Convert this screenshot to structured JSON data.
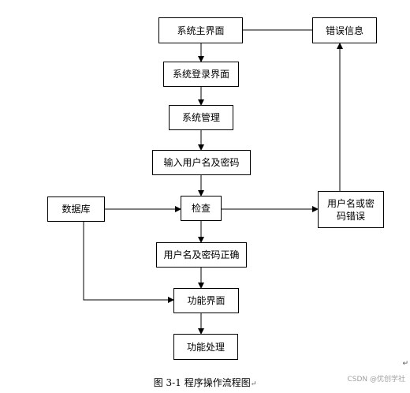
{
  "nodes": {
    "main_ui": "系统主界面",
    "error_info": "错误信息",
    "login_ui": "系统登录界面",
    "system_mgmt": "系统管理",
    "input_user_pwd": "输入用户名及密码",
    "database": "数据库",
    "check": "检查",
    "user_pwd_error": "用户名或密码错误",
    "user_pwd_correct": "用户名及密码正确",
    "function_ui": "功能界面",
    "function_process": "功能处理"
  },
  "caption": {
    "text": "图 3-1  程序操作流程图",
    "return_mark": "↵"
  },
  "watermark": "CSDN @优创学社",
  "side_mark": "↵"
}
